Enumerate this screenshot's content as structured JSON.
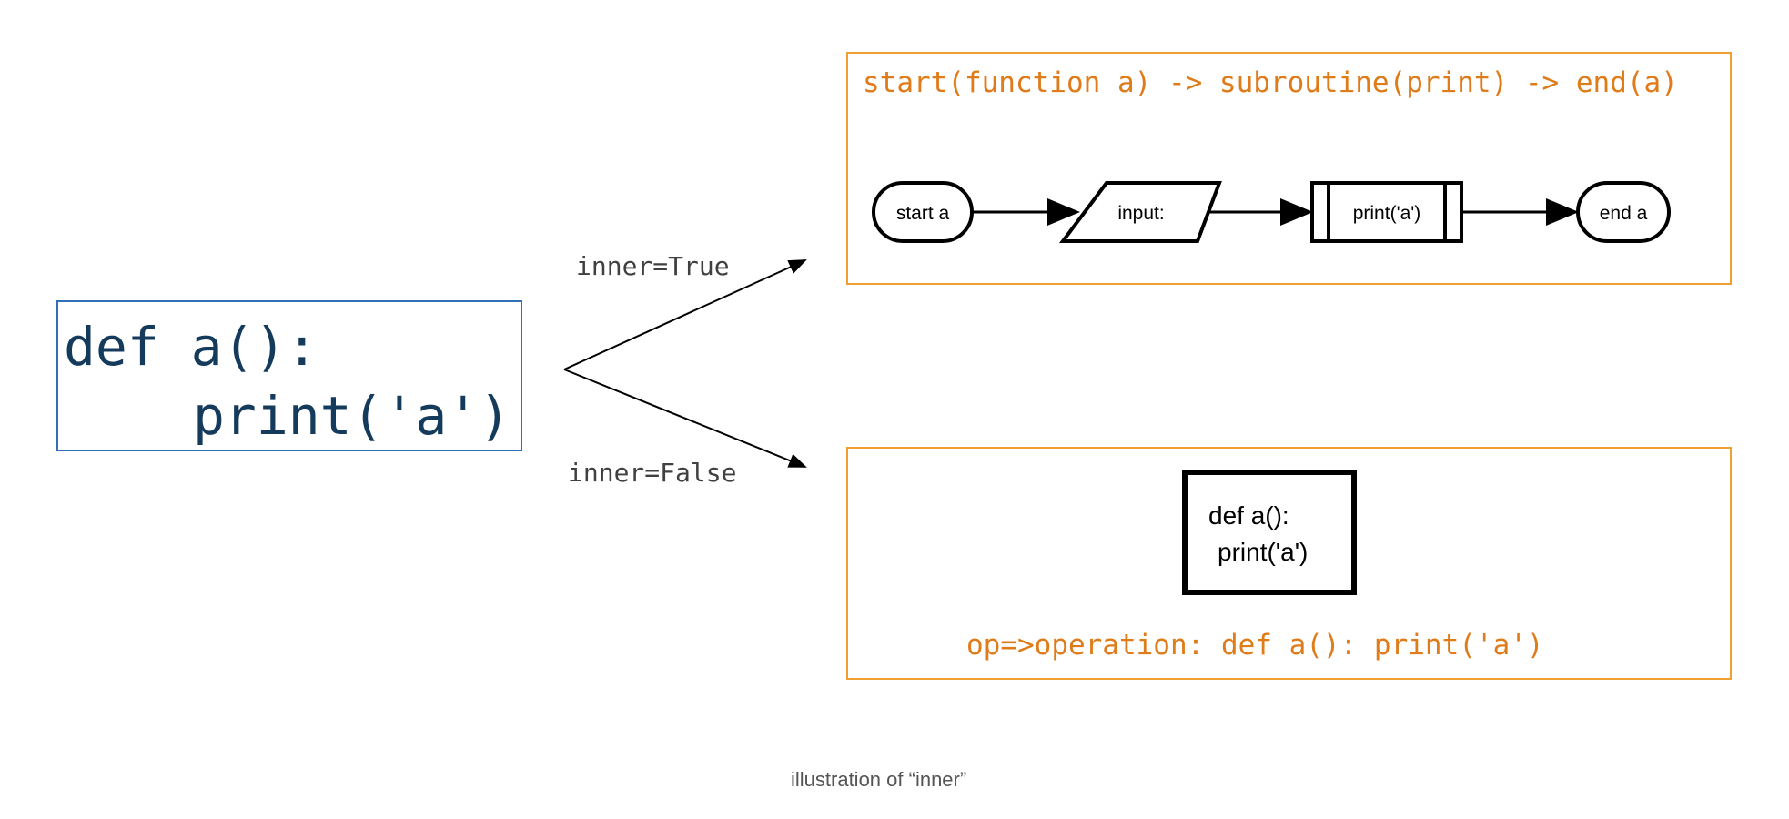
{
  "source_code": {
    "line1": "def a():",
    "line2": "print('a')"
  },
  "branches": {
    "true_label": "inner=True",
    "false_label": "inner=False"
  },
  "inner_true_panel": {
    "title": "start(function a) -> subroutine(print) -> end(a)",
    "flow": {
      "start": "start a",
      "input": "input:",
      "subroutine": "print('a')",
      "end": "end a"
    }
  },
  "inner_false_panel": {
    "title": "op=>operation: def a(): print('a')",
    "operation_line1": "def a():",
    "operation_line2": "print('a')"
  },
  "caption": "illustration of “inner”",
  "colors": {
    "code_text": "#143a5c",
    "code_border": "#2f6fb5",
    "panel_border": "#f0a030",
    "panel_text": "#e07b1a"
  }
}
